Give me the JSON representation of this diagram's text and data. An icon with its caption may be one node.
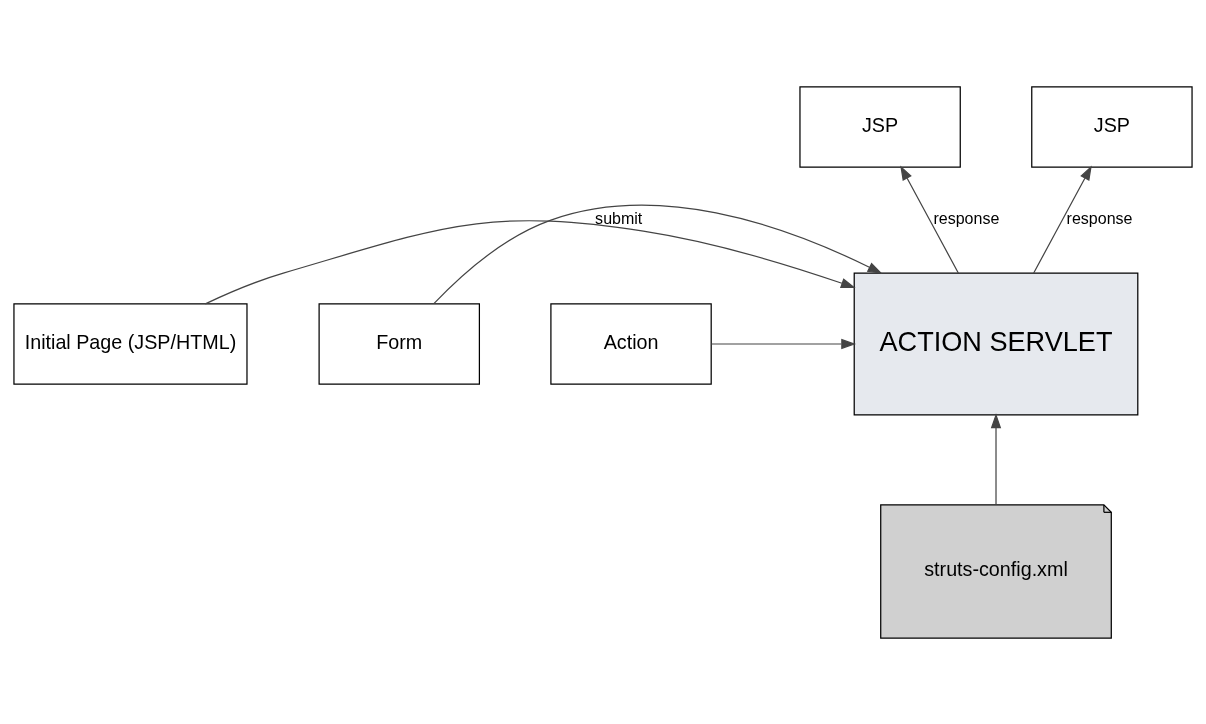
{
  "diagram": {
    "nodes": [
      {
        "text": [
          "JSP"
        ]
      },
      {
        "text": [
          "JSP"
        ]
      },
      {
        "text": [
          "Initial Page (JSP/HTML)"
        ]
      },
      {
        "text": [
          "ACTION SERVLET"
        ]
      },
      {
        "text": [
          "Form"
        ]
      },
      {
        "text": [
          "Action"
        ]
      },
      {
        "text": [
          "struts-config.xml"
        ]
      }
    ],
    "edges": [
      {
        "from": 3,
        "to": 0,
        "arrow": "to",
        "label": "response"
      },
      {
        "from": 3,
        "to": 1,
        "arrow": "to",
        "label": "response"
      },
      {
        "from": 2,
        "to": 3,
        "arrow": "to",
        "label": "submit"
      },
      {
        "from": 4,
        "to": 3,
        "arrow": "to"
      },
      {
        "from": 5,
        "to": 3,
        "arrow": "to"
      },
      {
        "from": 6,
        "to": 3,
        "arrow": "to"
      }
    ]
  }
}
